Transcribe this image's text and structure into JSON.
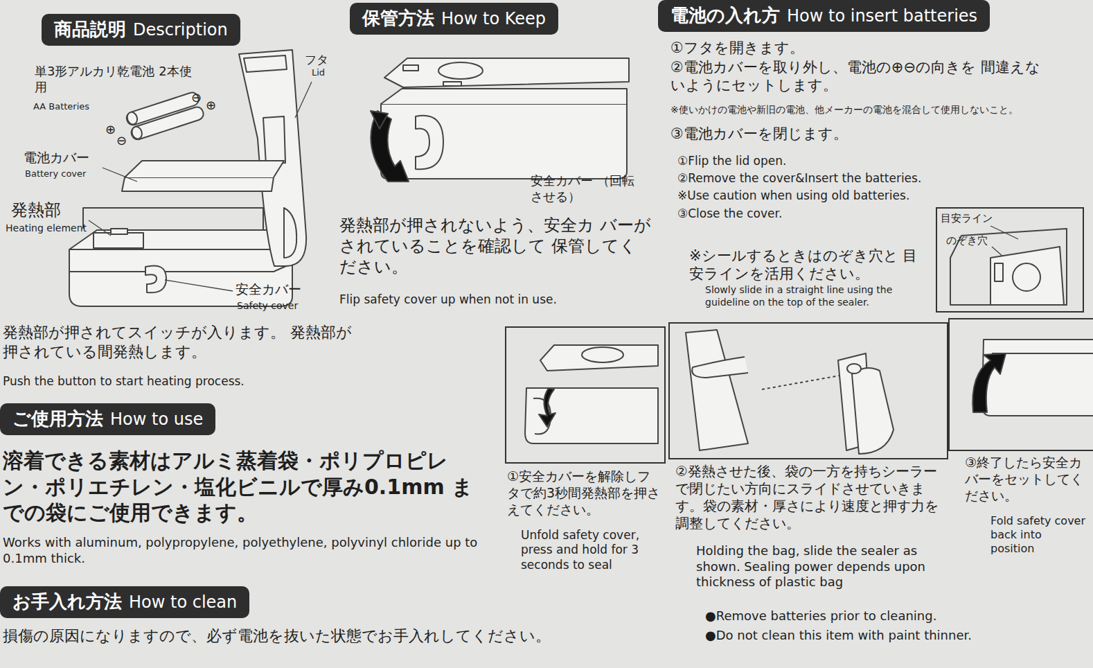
{
  "diagram": {
    "nodes": [
      {
        "text": [
          "商品説明",
          "Description"
        ]
      },
      {
        "text": [
          "保管方法",
          "How to Keep"
        ]
      },
      {
        "text": [
          "電池の入れ方",
          "How to insert batteries"
        ]
      },
      {
        "text": [
          "ご使用方法",
          "How to use"
        ]
      },
      {
        "text": [
          "お手入れ方法",
          "How to clean"
        ]
      }
    ],
    "labels": [
      "単3形アルカリ乾電池 2本使用",
      "AA Batteries",
      "フタ",
      "Lid",
      "電池カバー",
      "Battery cover",
      "発熱部",
      "Heating element",
      "安全カバー",
      "Safety cover",
      "⊖",
      "⊕",
      "⊕",
      "⊖",
      "発熱部が押されてスイッチが入ります。 発熱部が押されている間発熱します。",
      "Push the button to start heating process.",
      "安全カバー （回転させる）",
      "発熱部が押されないよう、安全カ バーがされていることを確認して 保管してください。",
      "Flip safety cover up when not in use.",
      "①フタを開きます。",
      "②電池カバーを取り外し、電池の⊕⊖の向きを 間違えないようにセットします。",
      "※使いかけの電池や新旧の電池、他メーカーの電池を混合して使用しないこと。",
      "③電池カバーを閉じます。",
      "①Flip the lid open.",
      "②Remove the cover&Insert the batteries.",
      "※Use caution when using old batteries.",
      "③Close the cover.",
      "目安ライン",
      "のぞき穴",
      "※シールするときはのぞき穴と 目安ラインを活用ください。",
      "Slowly slide in a straight line using the guideline on the top of the sealer.",
      "溶着できる素材はアルミ蒸着袋・ポリプロピレン・ポリエチレン・塩化ビニルで厚み0.1mm までの袋にご使用できます。",
      "Works with aluminum, polypropylene, polyethylene, polyvinyl chloride up to 0.1mm thick.",
      "①安全カバーを解除しフタで約3秒間発熱部を押さえてください。",
      "Unfold safety cover, press and hold for 3 seconds to seal",
      "②発熱させた後、袋の一方を持ちシーラーで閉じたい方向にスライドさせていきます。袋の素材・厚さにより速度と押す力を調整してください。",
      "Holding the bag, slide the sealer as shown. Sealing power depends upon thickness of plastic bag",
      "③終了したら安全カバーをセットしてください。",
      "Fold safety cover back into position",
      "損傷の原因になりますので、必ず電池を抜いた状態でお手入れしてください。",
      "●Remove batteries prior to cleaning.",
      "●Do not clean this item with paint thinner."
    ]
  }
}
